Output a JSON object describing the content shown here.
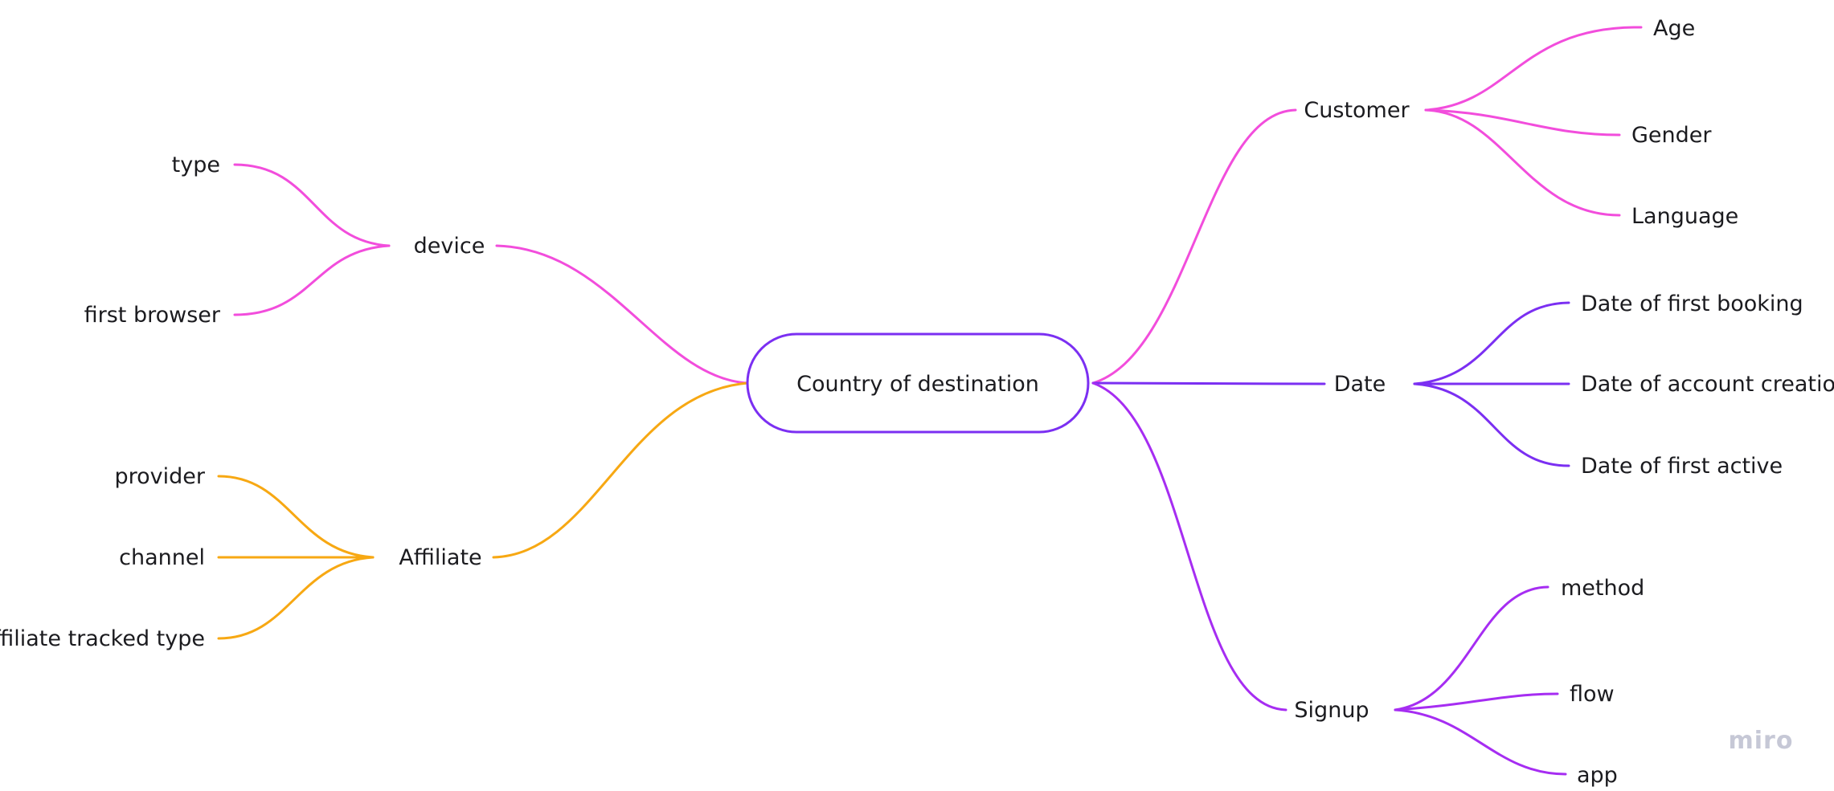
{
  "colors": {
    "pink": "#f24ddc",
    "violet": "#7b2ff2",
    "purple": "#a62df2",
    "orange": "#f7a813",
    "text": "#1b1b1f",
    "watermark": "#c6c8d6"
  },
  "mindmap": {
    "root": "Country of destination",
    "branches": {
      "customer": {
        "label": "Customer",
        "children": [
          "Age",
          "Gender",
          "Language"
        ]
      },
      "date": {
        "label": "Date",
        "children": [
          "Date of first booking",
          "Date of account creation",
          "Date of first active"
        ]
      },
      "signup": {
        "label": "Signup",
        "children": [
          "method",
          "flow",
          "app"
        ]
      },
      "device": {
        "label": "device",
        "children": [
          "type",
          "first browser"
        ]
      },
      "affiliate": {
        "label": "Affiliate",
        "children": [
          "provider",
          "channel",
          "affiliate tracked type"
        ]
      }
    }
  },
  "watermark": "miro"
}
